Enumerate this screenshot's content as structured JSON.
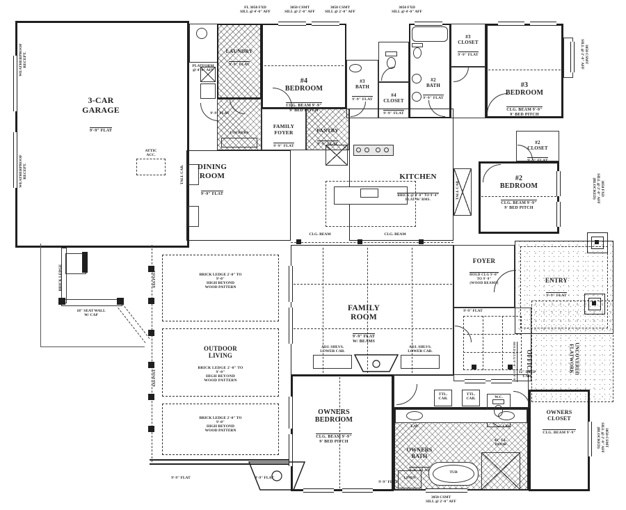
{
  "plan": {
    "ink": "#1f1f1f",
    "background": "#ffffff"
  },
  "rooms": {
    "garage": {
      "name": "3-CAR\nGARAGE",
      "sub": "9'-9\" FLAT"
    },
    "laundry": {
      "name": "LAUNDRY",
      "sub": "9'-9\" FLAT"
    },
    "bedroom4": {
      "name": "#4\nBEDROOM",
      "sub": "CLG. BEAM 9'-9\"",
      "sub2": "9' BED PITCH"
    },
    "bath3": {
      "name": "#3\nBATH",
      "sub": "9'-9\" FLAT"
    },
    "closet4": {
      "name": "#4\nCLOSET",
      "sub": "9'-9\" FLAT"
    },
    "bath2": {
      "name": "#2\nBATH",
      "sub": "9'-9\" FLAT"
    },
    "closet3": {
      "name": "#3\nCLOSET",
      "sub": "9'-9\" FLAT"
    },
    "bedroom3": {
      "name": "#3\nBEDROOM",
      "sub": "CLG. BEAM 9'-9\"",
      "sub2": "9' BED PITCH"
    },
    "family_foyer": {
      "name": "FAMILY\nFOYER",
      "sub": "9'-9\" FLAT"
    },
    "pantry": {
      "name": "PANTRY",
      "sub": "9'-9\" FLAT"
    },
    "dining": {
      "name": "DINING\nROOM",
      "sub": "9'-9\" FLAT"
    },
    "kitchen": {
      "name": "KITCHEN",
      "sub": "BRICK @ 9'-0\" TO 9'-4\"",
      "sub2": "FLAT W/ BMS."
    },
    "bedroom2": {
      "name": "#2\nBEDROOM",
      "sub": "CLG. BEAM 9'-9\"",
      "sub2": "9' BED PITCH"
    },
    "closet2": {
      "name": "#2\nCLOSET",
      "sub": "9'-9\" FLAT"
    },
    "foyer": {
      "name": "FOYER",
      "sub": "HOLD CLG 9'-0\"\nTO 9'-9\"\n(WOOD BEAMS)"
    },
    "entry": {
      "name": "ENTRY",
      "sub": "9'-9\" FLAT"
    },
    "family": {
      "name": "FAMILY\nROOM",
      "sub": "9'-9\" FLAT",
      "sub2": "W/ BEAMS"
    },
    "office": {
      "name": "OFFICE",
      "sub": "HOLD CLG 9'-0\" TO 9'-9\""
    },
    "outdoor": {
      "name": "OUTDOOR\nLIVING"
    },
    "owners_bedroom": {
      "name": "OWNERS\nBEDROOM",
      "sub": "CLG. BEAM 9'-9\"",
      "sub2": "9' BED PITCH"
    },
    "owners_bath": {
      "name": "OWNERS\nBATH",
      "sub": "9'-9\" FLAT"
    },
    "owners_closet": {
      "name": "OWNERS\nCLOSET",
      "sub": "CLG. BEAM 9'-9\""
    },
    "uncovered": {
      "name": "UNCOVERED\nFLATWORK"
    }
  },
  "labels": {
    "attic": "ATTIC\nACC.",
    "lockers": "LOCKERS",
    "wc": "W.C.",
    "linen": "LINEN",
    "tub": "TUB",
    "lav": "LAV",
    "tall_cab": "TALL CAB.",
    "ttl_cab": "TTL.\nCAB.",
    "adj_shelves": "ADJ. SHLVS.\nLOWER CAB.",
    "clg_beam": "CLG. BEAM",
    "post": "6X6 POST",
    "seat_wall": "18\" SEAT WALL\nW/ CAP",
    "brick_ledge": "BRICK LEDGE",
    "platform": "PLATFORM\n@ 4'-0\" AFF",
    "deep_cab": "12\" DEEP\nCAB.",
    "wp_recept": "WEATHERPROOF\nRECEPT.",
    "ledge_block": "BRICK LEDGE 2'-0\" TO\n9'-0\"\nHIGH BEYOND\nWOOD PATTERN",
    "shower_door": "42\" GL.\nDOOR",
    "flat": "9'-9\" FLAT"
  },
  "window_tags": {
    "top": [
      "FL 3050 FXD\nSILL @ 4'-0\" AFF",
      "3050 CSMT\nSILL @ 2'-0\" AFF",
      "3050 CSMT\nSILL @ 2'-0\" AFF",
      "3050 FXD\nSILL @ 4'-0\" AFF"
    ],
    "right": [
      "3050 CSMT\nSILL @ 2'-0\" AFF",
      "3050 FXD\nSILL @ 2'-0\" AFF\n(BLOCKED)",
      "3050 CSMT\nSILL @ 2'-0\" AFF\n(BLOCKED)"
    ],
    "bottom": [
      "3050 CSMT\nSILL @ 2'-0\" AFF"
    ]
  }
}
